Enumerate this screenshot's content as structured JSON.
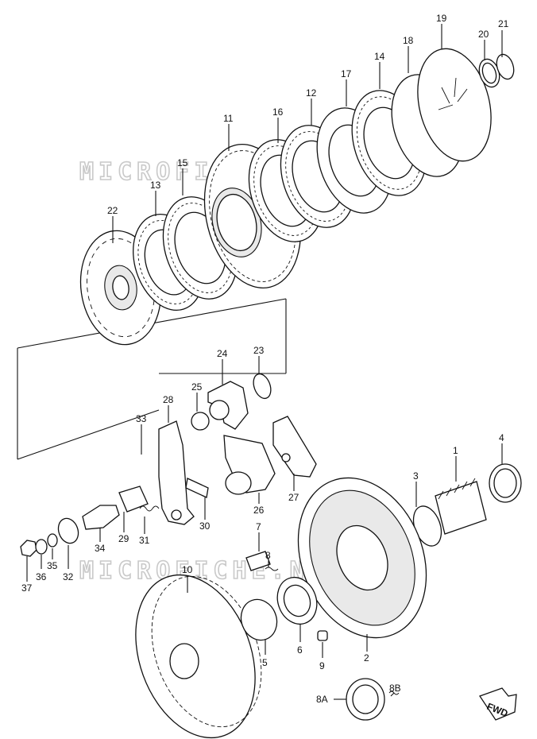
{
  "watermark": "MICROFICHE.NET",
  "fwd_label": "FWD",
  "callouts": [
    "19",
    "21",
    "20",
    "18",
    "14",
    "17",
    "12",
    "16",
    "11",
    "15",
    "13",
    "22",
    "24",
    "23",
    "25",
    "28",
    "33",
    "26",
    "27",
    "1",
    "4",
    "3",
    "29",
    "31",
    "30",
    "34",
    "7",
    "8",
    "37",
    "36",
    "35",
    "32",
    "10",
    "5",
    "6",
    "9",
    "2",
    "8A",
    "8B"
  ]
}
